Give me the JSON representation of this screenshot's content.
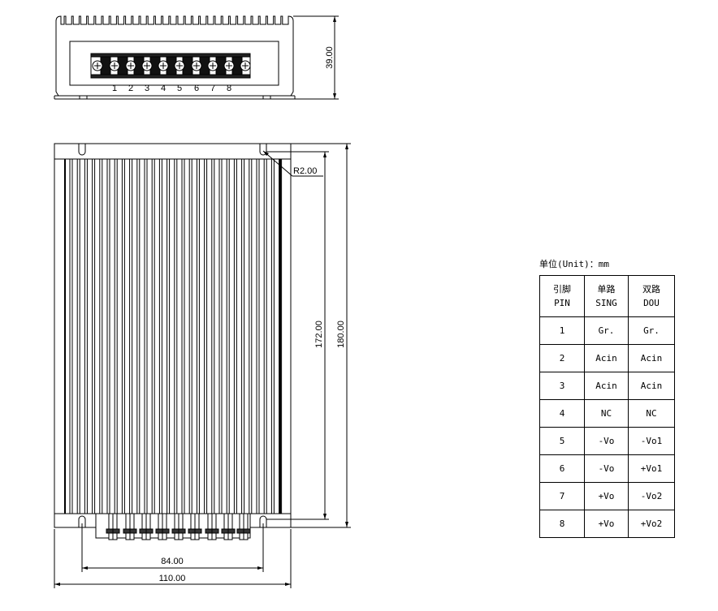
{
  "top_view": {
    "height_dim": "39.00",
    "terminal_numbers": [
      "1",
      "2",
      "3",
      "4",
      "5",
      "6",
      "7",
      "8"
    ]
  },
  "front_view": {
    "radius_callout": "R2.00",
    "inner_height_dim": "172.00",
    "outer_height_dim": "180.00",
    "inner_width_dim": "84.00",
    "outer_width_dim": "110.00"
  },
  "pin_table": {
    "unit_label": "单位(Unit)：mm",
    "headers": [
      {
        "cn": "引脚",
        "en": "PIN"
      },
      {
        "cn": "单路",
        "en": "SING"
      },
      {
        "cn": "双路",
        "en": "DOU"
      }
    ],
    "rows": [
      {
        "pin": "1",
        "sing": "Gr.",
        "dou": "Gr."
      },
      {
        "pin": "2",
        "sing": "Acin",
        "dou": "Acin"
      },
      {
        "pin": "3",
        "sing": "Acin",
        "dou": "Acin"
      },
      {
        "pin": "4",
        "sing": "NC",
        "dou": "NC"
      },
      {
        "pin": "5",
        "sing": "-Vo",
        "dou": "-Vo1"
      },
      {
        "pin": "6",
        "sing": "-Vo",
        "dou": "+Vo1"
      },
      {
        "pin": "7",
        "sing": "+Vo",
        "dou": "-Vo2"
      },
      {
        "pin": "8",
        "sing": "+Vo",
        "dou": "+Vo2"
      }
    ]
  }
}
